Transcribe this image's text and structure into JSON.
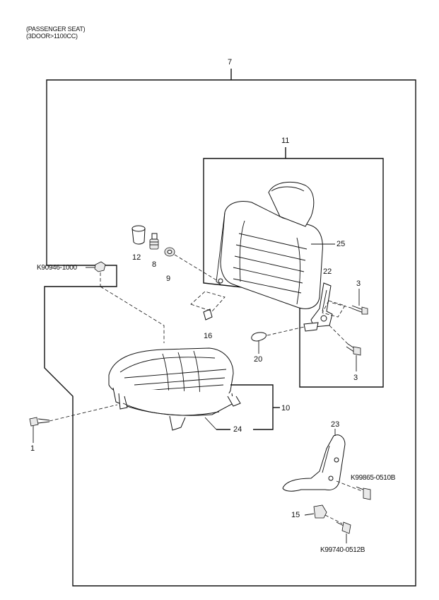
{
  "header": {
    "line1": "(PASSENGER SEAT)",
    "line2": "(3DOOR>1100CC)"
  },
  "callouts": {
    "c7": "7",
    "c11": "11",
    "c25": "25",
    "c12": "12",
    "c8": "8",
    "c9": "9",
    "k90946": "K90946-1000",
    "c22": "22",
    "c3a": "3",
    "c3b": "3",
    "c16": "16",
    "c20": "20",
    "c10": "10",
    "c24": "24",
    "c1": "1",
    "c23": "23",
    "k99865": "K99865-0510B",
    "c15": "15",
    "k99740": "K99740-0512B"
  }
}
